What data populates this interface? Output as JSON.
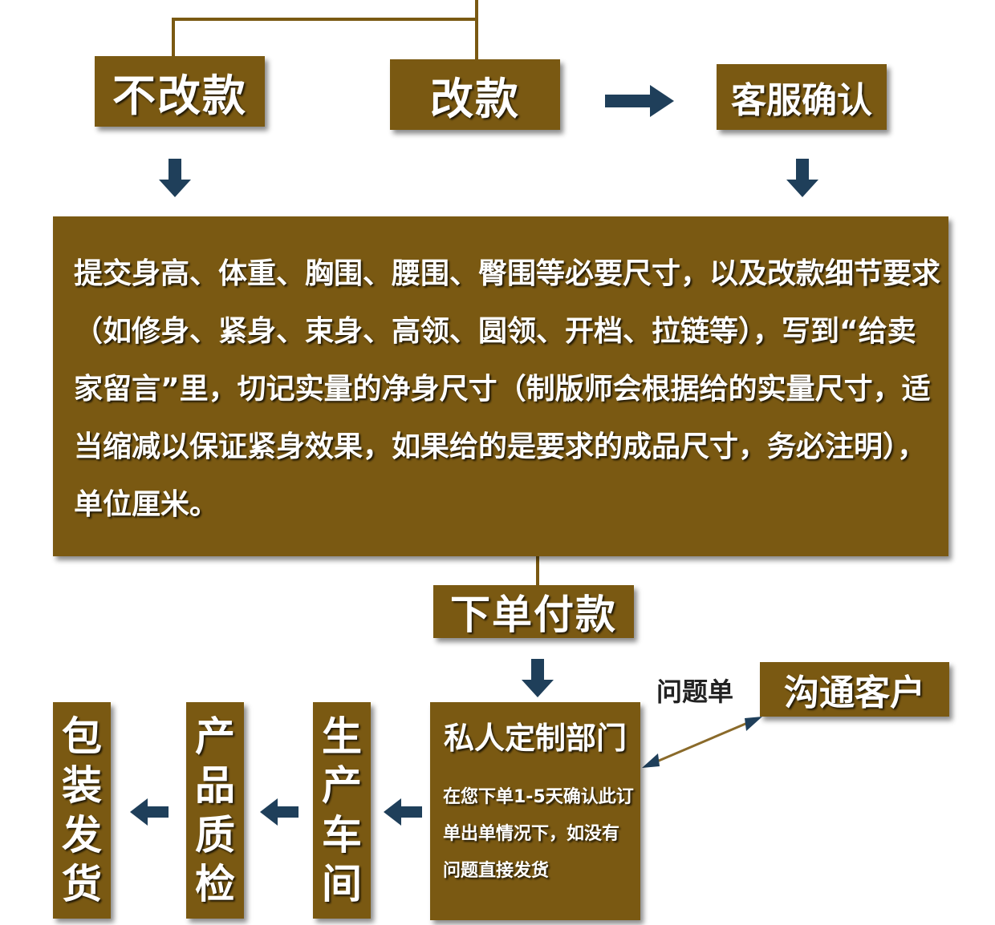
{
  "colors": {
    "box": "#7a5912",
    "arrow": "#1f3f5a",
    "text": "#ffffff"
  },
  "nodes": {
    "no_change": "不改款",
    "change": "改款",
    "cs_confirm": "客服确认",
    "main_text": "提交身高、体重、胸围、腰围、臀围等必要尺寸，以及改款细节要求（如修身、紧身、束身、高领、圆领、开档、拉链等），写到“给卖家留言”里，切记实量的净身尺寸（制版师会根据给的实量尺寸，适当缩减以保证紧身效果，如果给的是要求的成品尺寸，务必注明），单位厘米。",
    "order_pay": "下单付款",
    "issue_label": "问题单",
    "contact_customer": "沟通客户",
    "dept_title": "私人定制部门",
    "dept_note": "在您下单1-5天确认此订单出单情况下，如没有问题直接发货",
    "workshop": [
      "生",
      "产",
      "车",
      "间"
    ],
    "qc": [
      "产",
      "品",
      "质",
      "检"
    ],
    "ship": [
      "包",
      "装",
      "发",
      "货"
    ]
  },
  "arrow_icons": [
    "right-arrow-icon",
    "down-arrow-icon",
    "left-arrow-icon",
    "double-headed-arrow-icon"
  ]
}
